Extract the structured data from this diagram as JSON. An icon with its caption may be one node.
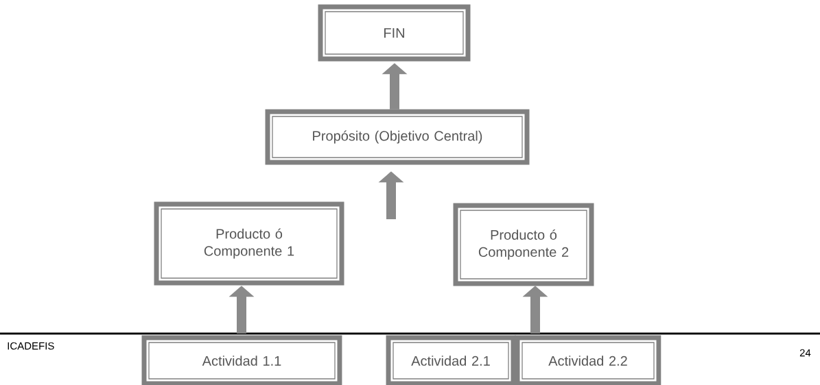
{
  "diagram": {
    "nodes": [
      {
        "text": [
          "FIN"
        ]
      },
      {
        "text": [
          "Propósito (Objetivo Central)"
        ]
      },
      {
        "text": [
          "Producto ó Componente 1"
        ]
      },
      {
        "text": [
          "Producto ó Componente 2"
        ]
      },
      {
        "text": [
          "Actividad 1.1"
        ]
      },
      {
        "text": [
          "Actividad 2.1"
        ]
      },
      {
        "text": [
          "Actividad 2.2"
        ]
      }
    ],
    "edges": [
      {
        "from": 1,
        "to": 0,
        "arrow": "to"
      },
      {
        "from": null,
        "to": 1,
        "arrow": "to"
      },
      {
        "from": 4,
        "to": 2,
        "arrow": "to"
      },
      {
        "from": 6,
        "to": 3,
        "arrow": "to"
      }
    ],
    "labels": [
      "ICADEFIS",
      "24"
    ]
  }
}
